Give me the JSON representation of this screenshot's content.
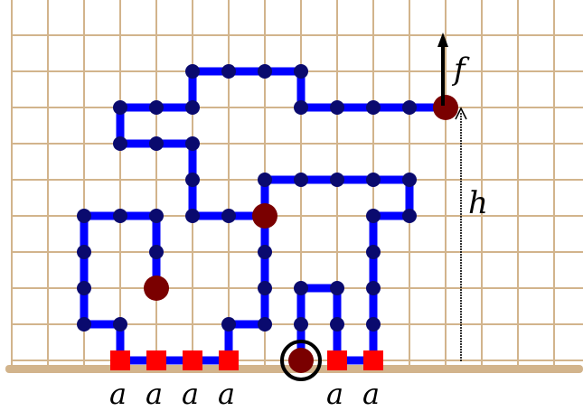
{
  "diagram": {
    "colors": {
      "grid": "#d2b48c",
      "ground": "#d2b48c",
      "chain": "#0000ff",
      "monomer": "#0a0a6e",
      "special_monomer": "#7a0000",
      "adsorbed_site": "#ff0000",
      "arrow": "#000000"
    },
    "labels": {
      "force": "f",
      "height": "h",
      "adsorbed": [
        "a",
        "a",
        "a",
        "a",
        "a",
        "a"
      ]
    },
    "path": [
      [
        3,
        0
      ],
      [
        3,
        1
      ],
      [
        2,
        1
      ],
      [
        2,
        2
      ],
      [
        2,
        3
      ],
      [
        2,
        4
      ],
      [
        3,
        4
      ],
      [
        4,
        4
      ],
      [
        4,
        3
      ],
      [
        4,
        2
      ],
      [
        5,
        4
      ],
      [
        5,
        5
      ],
      [
        5,
        6
      ],
      [
        4,
        6
      ],
      [
        3,
        6
      ],
      [
        3,
        7
      ],
      [
        4,
        7
      ],
      [
        5,
        7
      ],
      [
        5,
        8
      ],
      [
        6,
        8
      ],
      [
        7,
        8
      ],
      [
        8,
        8
      ],
      [
        8,
        7
      ],
      [
        9,
        7
      ],
      [
        10,
        7
      ],
      [
        11,
        7
      ],
      [
        12,
        7
      ]
    ],
    "branch_a": [
      [
        4,
        0
      ],
      [
        5,
        0
      ],
      [
        6,
        0
      ],
      [
        6,
        1
      ],
      [
        7,
        1
      ],
      [
        7,
        2
      ],
      [
        7,
        3
      ],
      [
        7,
        4
      ],
      [
        8,
        5
      ],
      [
        9,
        5
      ],
      [
        10,
        5
      ],
      [
        11,
        5
      ],
      [
        11,
        4
      ],
      [
        10,
        4
      ],
      [
        10,
        3
      ],
      [
        10,
        2
      ],
      [
        10,
        1
      ],
      [
        10,
        0
      ],
      [
        9,
        0
      ],
      [
        9,
        1
      ],
      [
        9,
        2
      ],
      [
        8,
        2
      ],
      [
        8,
        1
      ],
      [
        8,
        0
      ]
    ],
    "adsorbed_sites": [
      [
        3,
        0
      ],
      [
        4,
        0
      ],
      [
        5,
        0
      ],
      [
        6,
        0
      ],
      [
        9,
        0
      ],
      [
        10,
        0
      ]
    ],
    "special_monomers": [
      [
        4,
        2
      ],
      [
        7,
        4
      ],
      [
        12,
        7
      ],
      [
        8,
        0
      ]
    ],
    "ringed_monomer": [
      8,
      0
    ]
  }
}
